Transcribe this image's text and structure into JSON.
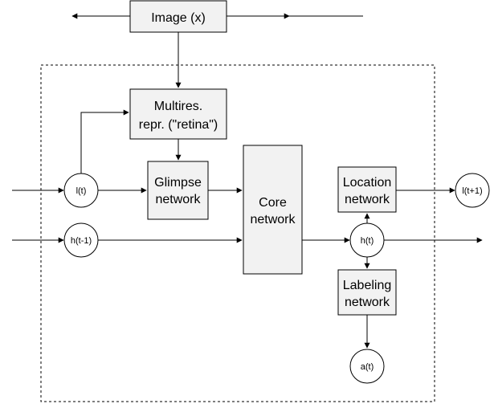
{
  "boxes": {
    "image": [
      "Image (x)"
    ],
    "multires": [
      "Multires.",
      "repr. (\"retina\")"
    ],
    "glimpse": [
      "Glimpse",
      "network"
    ],
    "core": [
      "Core",
      "network"
    ],
    "location": [
      "Location",
      "network"
    ],
    "labeling": [
      "Labeling",
      "network"
    ]
  },
  "nodes": {
    "l_t": "l(t)",
    "h_prev": "h(t-1)",
    "h_t": "h(t)",
    "l_next": "l(t+1)",
    "a_t": "a(t)"
  }
}
